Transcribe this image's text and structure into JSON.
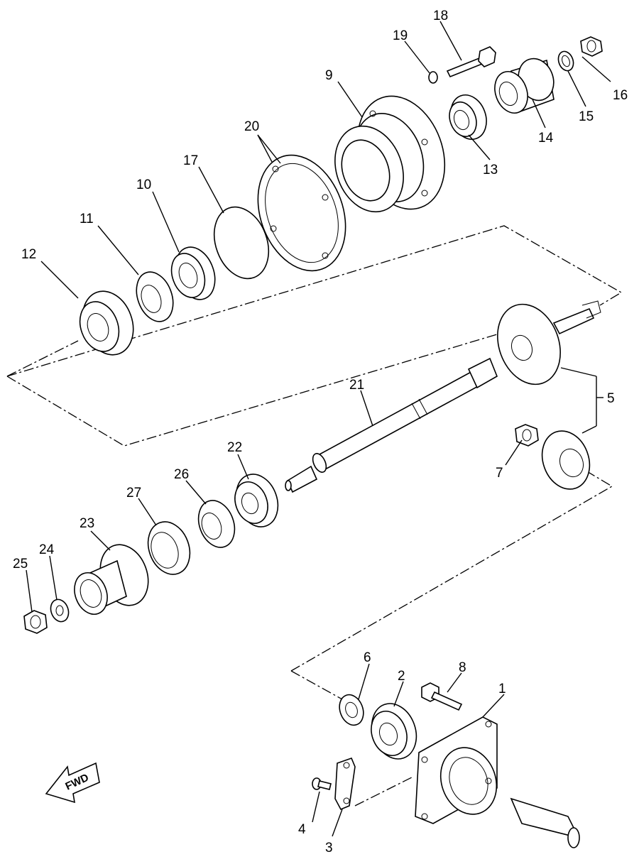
{
  "callouts": {
    "p1": "1",
    "p2": "2",
    "p3": "3",
    "p4": "4",
    "p5": "5",
    "p6": "6",
    "p7": "7",
    "p8": "8",
    "p9": "9",
    "p10": "10",
    "p11": "11",
    "p12": "12",
    "p13": "13",
    "p14": "14",
    "p15": "15",
    "p16": "16",
    "p17": "17",
    "p18": "18",
    "p19": "19",
    "p20": "20",
    "p21": "21",
    "p22": "22",
    "p23": "23",
    "p24": "24",
    "p25": "25",
    "p26": "26",
    "p27": "27"
  },
  "direction_arrow": {
    "label": "FWD",
    "icon": "fwd-arrow-icon"
  }
}
